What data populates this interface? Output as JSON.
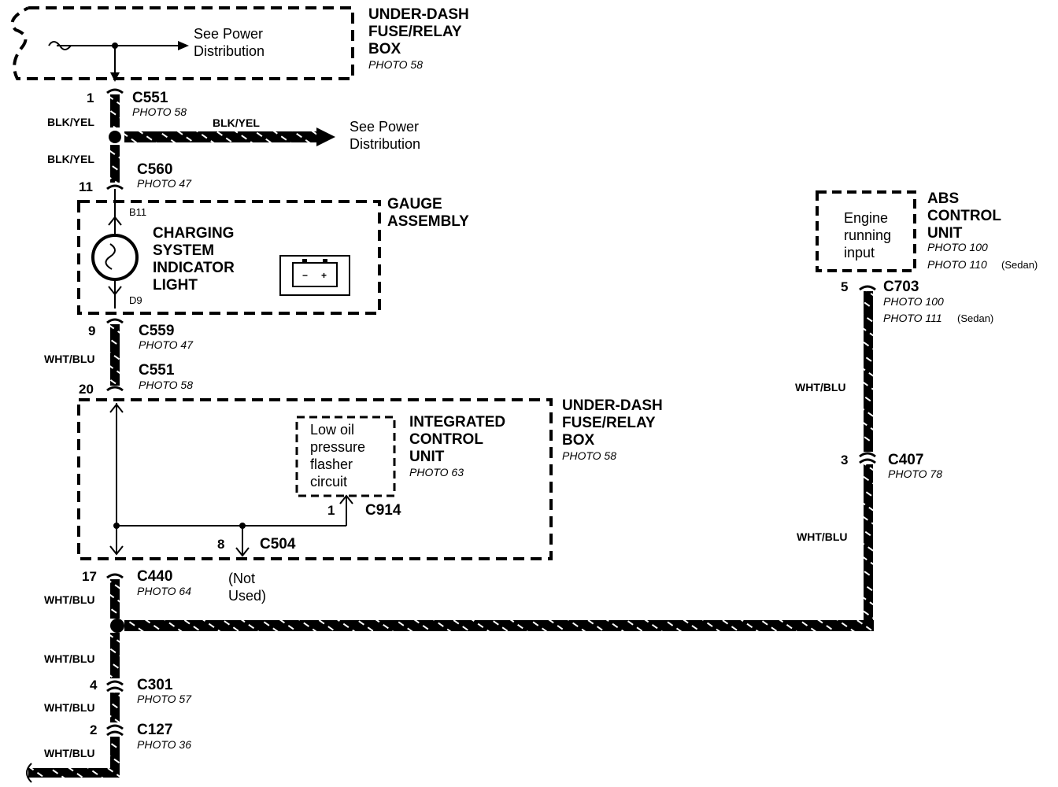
{
  "top_box": {
    "title_lines": [
      "UNDER-DASH",
      "FUSE/RELAY",
      "BOX"
    ],
    "photo": "PHOTO 58",
    "see_lines": [
      "See Power",
      "Distribution"
    ]
  },
  "c551_top": {
    "pin": "1",
    "name": "C551",
    "photo": "PHOTO 58"
  },
  "wire_blk1": "BLK/YEL",
  "splice_branch": {
    "wire": "BLK/YEL",
    "see_lines": [
      "See Power",
      "Distribution"
    ]
  },
  "wire_blk2": "BLK/YEL",
  "c560": {
    "pin": "11",
    "name": "C560",
    "photo": "PHOTO 47"
  },
  "gauge": {
    "title_lines": [
      "GAUGE",
      "ASSEMBLY"
    ],
    "pin_top": "B11",
    "pin_bottom": "D9",
    "light_lines": [
      "CHARGING",
      "SYSTEM",
      "INDICATOR",
      "LIGHT"
    ],
    "battery_minus": "−",
    "battery_plus": "+"
  },
  "c559": {
    "pin": "9",
    "name": "C559",
    "photo": "PHOTO 47"
  },
  "wire_wb1": "WHT/BLU",
  "c551_mid": {
    "pin": "20",
    "name": "C551",
    "photo": "PHOTO 58"
  },
  "icu_box": {
    "title_lines": [
      "UNDER-DASH",
      "FUSE/RELAY",
      "BOX"
    ],
    "photo": "PHOTO 58",
    "icu_lines": [
      "INTEGRATED",
      "CONTROL",
      "UNIT"
    ],
    "icu_photo": "PHOTO 63",
    "oil_lines": [
      "Low oil",
      "pressure",
      "flasher",
      "circuit"
    ]
  },
  "c914": {
    "pin": "1",
    "name": "C914"
  },
  "c504": {
    "pin": "8",
    "name": "C504",
    "note_lines": [
      "(Not",
      "Used)"
    ]
  },
  "c440": {
    "pin": "17",
    "name": "C440",
    "photo": "PHOTO 64"
  },
  "wire_wb2": "WHT/BLU",
  "wire_wb3": "WHT/BLU",
  "c301": {
    "pin": "4",
    "name": "C301",
    "photo": "PHOTO 57"
  },
  "wire_wb4": "WHT/BLU",
  "c127": {
    "pin": "2",
    "name": "C127",
    "photo": "PHOTO 36"
  },
  "wire_wb5": "WHT/BLU",
  "abs": {
    "title_lines": [
      "ABS",
      "CONTROL",
      "UNIT"
    ],
    "photo1": "PHOTO 100",
    "photo2": "PHOTO 110",
    "photo2_note": "(Sedan)",
    "engine_lines": [
      "Engine",
      "running",
      "input"
    ]
  },
  "c703": {
    "pin": "5",
    "name": "C703",
    "photo1": "PHOTO 100",
    "photo2": "PHOTO 111",
    "photo2_note": "(Sedan)"
  },
  "wire_r1": "WHT/BLU",
  "c407": {
    "pin": "3",
    "name": "C407",
    "photo": "PHOTO 78"
  },
  "wire_r2": "WHT/BLU"
}
